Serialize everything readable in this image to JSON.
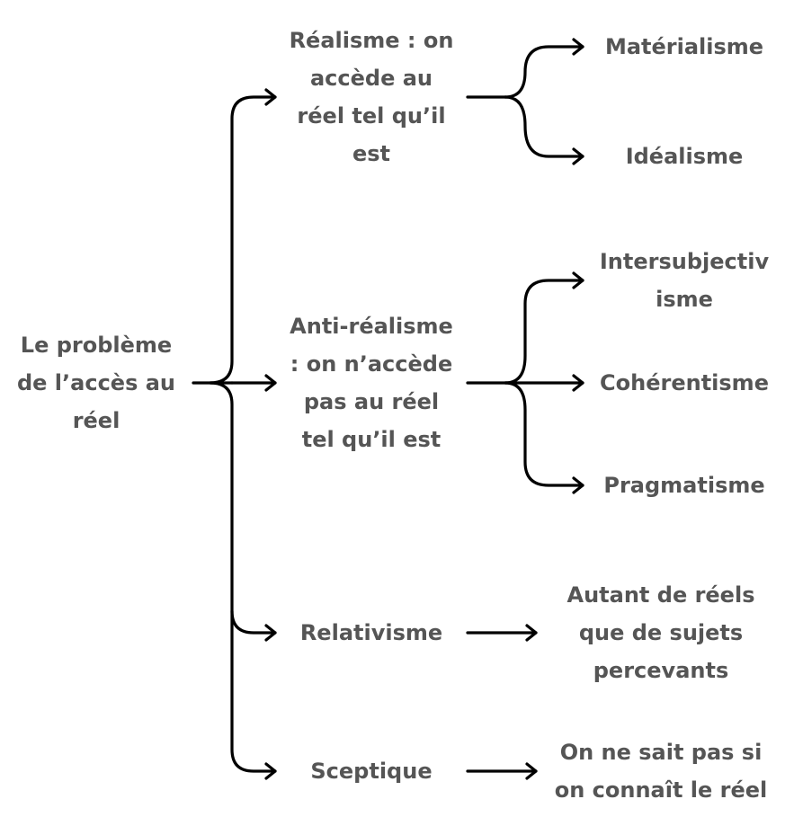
{
  "diagram": {
    "root": {
      "lines": [
        "Le problème",
        "de l’accès au",
        "réel"
      ]
    },
    "branches": {
      "realisme": {
        "lines": [
          "Réalisme : on",
          "accède au",
          "réel tel qu’il",
          "est"
        ],
        "children": {
          "materialisme": {
            "lines": [
              "Matérialisme"
            ]
          },
          "idealisme": {
            "lines": [
              "Idéalisme"
            ]
          }
        }
      },
      "anti_realisme": {
        "lines": [
          "Anti-réalisme",
          ": on n’accède",
          "pas au réel",
          "tel qu’il est"
        ],
        "children": {
          "intersubjectivisme": {
            "lines": [
              "Intersubjectiv",
              "isme"
            ]
          },
          "coherentisme": {
            "lines": [
              "Cohérentisme"
            ]
          },
          "pragmatisme": {
            "lines": [
              "Pragmatisme"
            ]
          }
        }
      },
      "relativisme": {
        "lines": [
          "Relativisme"
        ],
        "children": {
          "autant": {
            "lines": [
              "Autant de réels",
              "que de sujets",
              "percevants"
            ]
          }
        }
      },
      "sceptique": {
        "lines": [
          "Sceptique"
        ],
        "children": {
          "on_ne_sait": {
            "lines": [
              "On ne sait pas si",
              "on connaît le réel"
            ]
          }
        }
      }
    }
  }
}
